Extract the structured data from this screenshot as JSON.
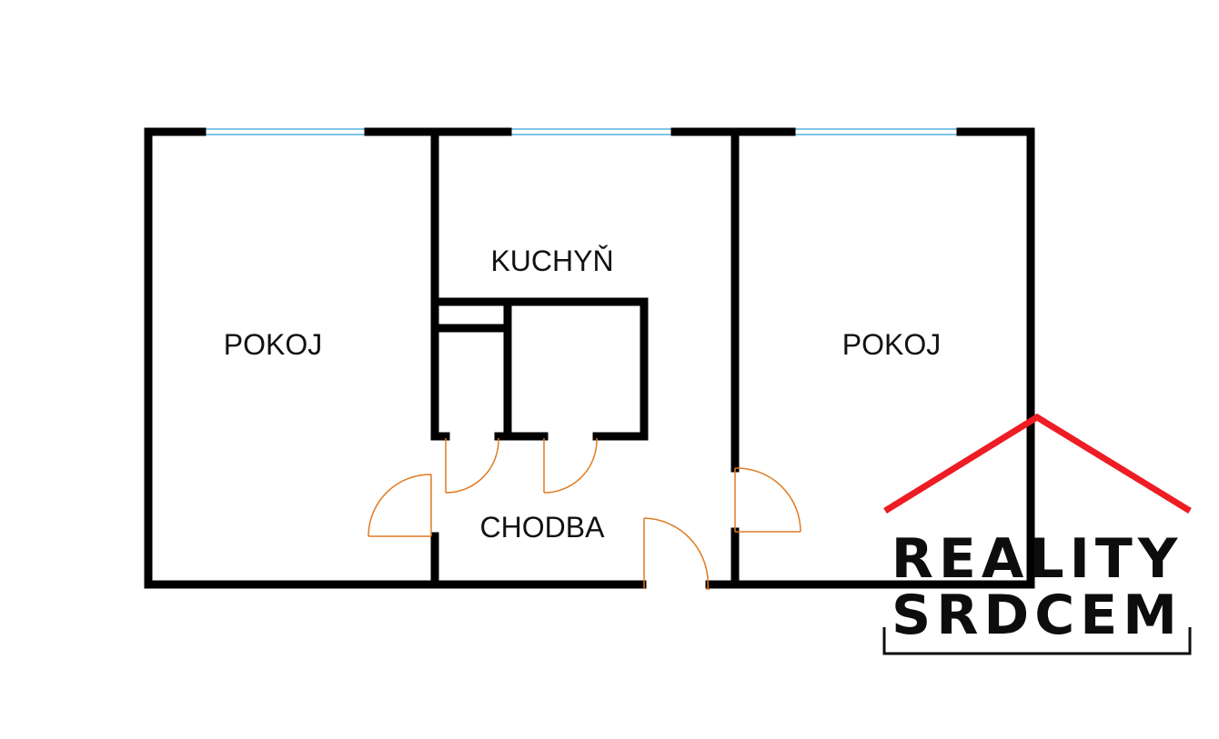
{
  "rooms": {
    "left_room": "POKOJ",
    "kitchen": "KUCHYŇ",
    "right_room": "POKOJ",
    "hallway": "CHODBA"
  },
  "logo": {
    "line1": "REALITY",
    "line2": "SRDCEM"
  },
  "colors": {
    "wall": "#000000",
    "window": "#7fc4e6",
    "door": "#e07a22",
    "logo_roof": "#ee1c24",
    "logo_text": "#0d0d0d"
  }
}
